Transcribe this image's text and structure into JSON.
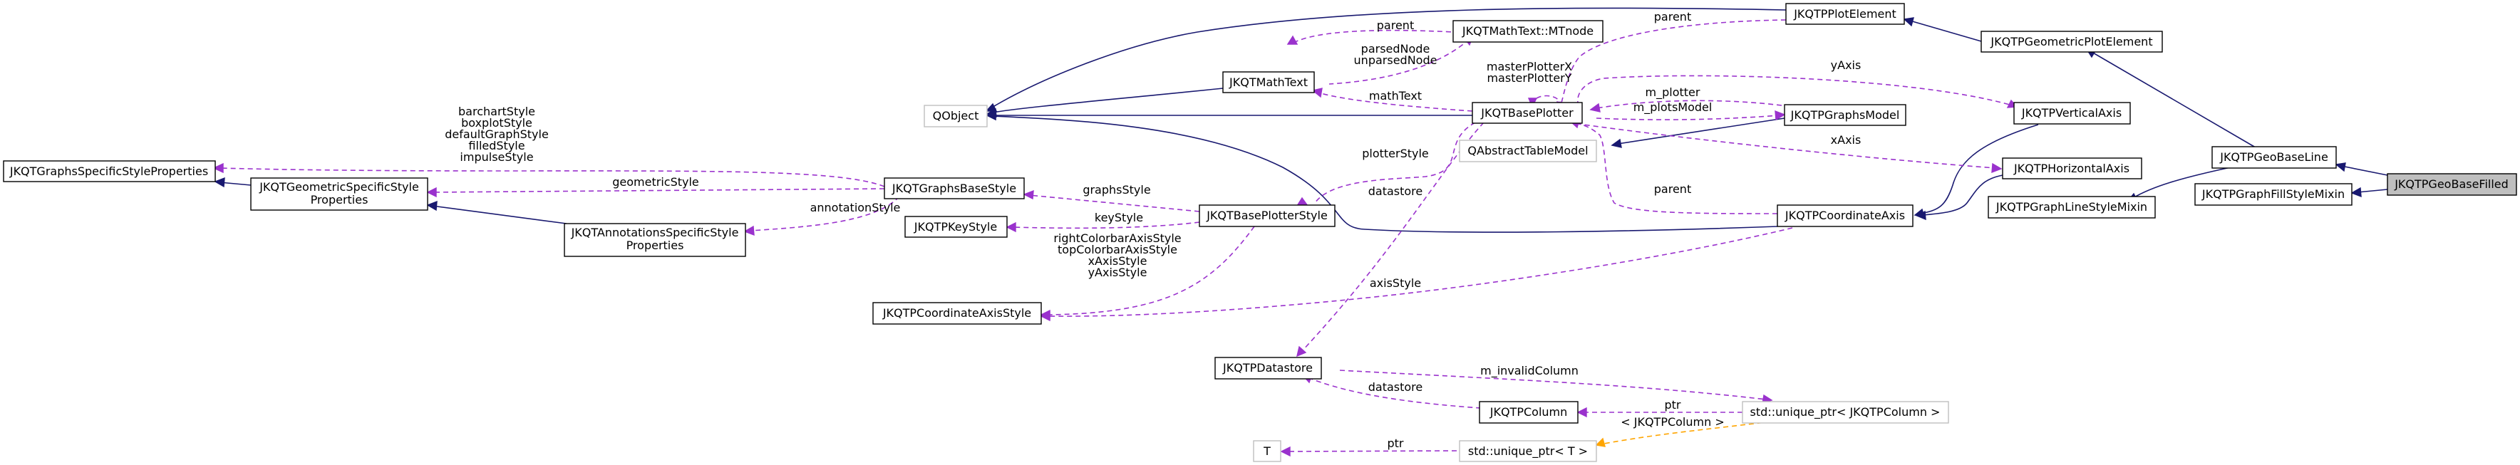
{
  "nodes": {
    "qobject": "QObject",
    "jkqtgraphsspecificstyleproperties": "JKQTGraphsSpecificStyleProperties",
    "jkqtgeometricspecificstyleproperties_line1": "JKQTGeometricSpecificStyle",
    "jkqtgeometricspecificstyleproperties_line2": "Properties",
    "jkqtannotationsspecificstyleproperties_line1": "JKQTAnnotationsSpecificStyle",
    "jkqtannotationsspecificstyleproperties_line2": "Properties",
    "jkqtgraphsbasestyle": "JKQTGraphsBaseStyle",
    "jkqtpkeystyle": "JKQTPKeyStyle",
    "jkqtpcoordinateaxisstyle": "JKQTPCoordinateAxisStyle",
    "jkqtmathtext": "JKQTMathText",
    "jkqtmathtext_mtnode": "JKQTMathText::MTnode",
    "jkqtbaseplotter": "JKQTBasePlotter",
    "jkqtbaseplotterstyle": "JKQTBasePlotterStyle",
    "jkqtpdatastore": "JKQTPDatastore",
    "jkqtpcolumn": "JKQTPColumn",
    "t": "T",
    "unique_ptr_t": "std::unique_ptr< T >",
    "unique_ptr_jkqtpcolumn": "std::unique_ptr< JKQTPColumn >",
    "qabstracttablemodel": "QAbstractTableModel",
    "jkqtpgraphsmodel": "JKQTPGraphsModel",
    "jkqtpplotelement": "JKQTPPlotElement",
    "jkqtpcoordinateaxis": "JKQTPCoordinateAxis",
    "jkqtpverticalaxis": "JKQTPVerticalAxis",
    "jkqtphorizontalaxis": "JKQTPHorizontalAxis",
    "jkqtpgeometricplotelement": "JKQTPGeometricPlotElement",
    "jkqtpgeobaseline": "JKQTPGeoBaseLine",
    "jkqtpgraphlinestylemixin": "JKQTPGraphLineStyleMixin",
    "jkqtpgraphfillstylemixin": "JKQTPGraphFillStyleMixin",
    "jkqtpgeobasefilled": "JKQTPGeoBaseFilled"
  },
  "edge_labels": {
    "graphs_style_list": [
      "barchartStyle",
      "boxplotStyle",
      "defaultGraphStyle",
      "filledStyle",
      "impulseStyle"
    ],
    "geometricstyle": "geometricStyle",
    "annotationstyle": "annotationStyle",
    "graphsstyle": "graphsStyle",
    "keystyle": "keyStyle",
    "axis_style_list": [
      "rightColorbarAxisStyle",
      "topColorbarAxisStyle",
      "xAxisStyle",
      "yAxisStyle"
    ],
    "axisstyle": "axisStyle",
    "parent_mtnode": "parent",
    "parsednode": "parsedNode",
    "unparsednode": "unparsedNode",
    "mathtext": "mathText",
    "parent_plotelement": "parent",
    "masterplotter": [
      "masterPlotterX",
      "masterPlotterY"
    ],
    "yaxis": "yAxis",
    "m_plotter": "m_plotter",
    "m_plotsmodel": "m_plotsModel",
    "xaxis": "xAxis",
    "parent_axis": "parent",
    "plotterstyle": "plotterStyle",
    "datastore": "datastore",
    "m_invalidcolumn": "m_invalidColumn",
    "datastore_column": "datastore",
    "ptr_column": "ptr",
    "template_arg": "< JKQTPColumn >",
    "ptr_t": "ptr"
  },
  "colors": {
    "inheritance": "#191970",
    "usage": "#9a32cd",
    "template": "#ffa500",
    "external_node_border": "#bfbfbf",
    "selected_node_fill": "#bfbfbf"
  }
}
